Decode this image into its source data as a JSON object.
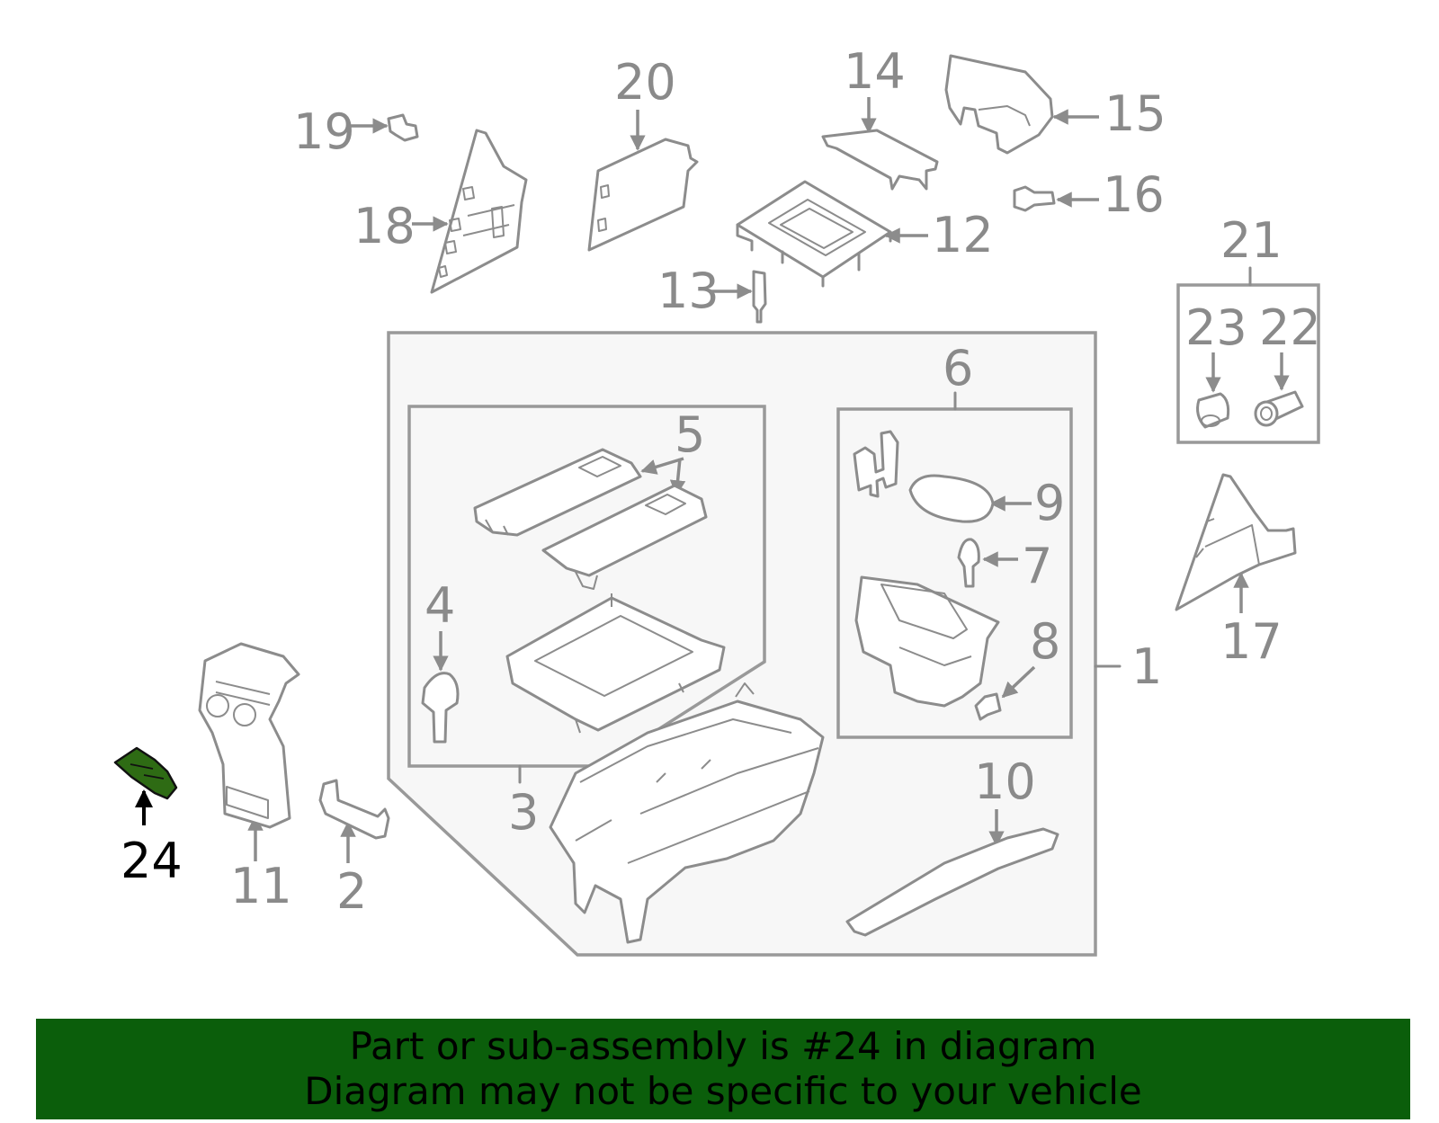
{
  "diagram": {
    "callouts": {
      "p1": "1",
      "p2": "2",
      "p3": "3",
      "p4": "4",
      "p5": "5",
      "p6": "6",
      "p7": "7",
      "p8": "8",
      "p9": "9",
      "p10": "10",
      "p11": "11",
      "p12": "12",
      "p13": "13",
      "p14": "14",
      "p15": "15",
      "p16": "16",
      "p17": "17",
      "p18": "18",
      "p19": "19",
      "p20": "20",
      "p21": "21",
      "p22": "22",
      "p23": "23",
      "p24": "24"
    },
    "highlighted_part": "24",
    "colors": {
      "highlight": "#2e6b14",
      "line": "#8c8c8c",
      "banner": "#0b5e0b"
    }
  },
  "banner": {
    "line1": "Part or sub-assembly is #24 in diagram",
    "line2": "Diagram may not be specific to your vehicle"
  }
}
